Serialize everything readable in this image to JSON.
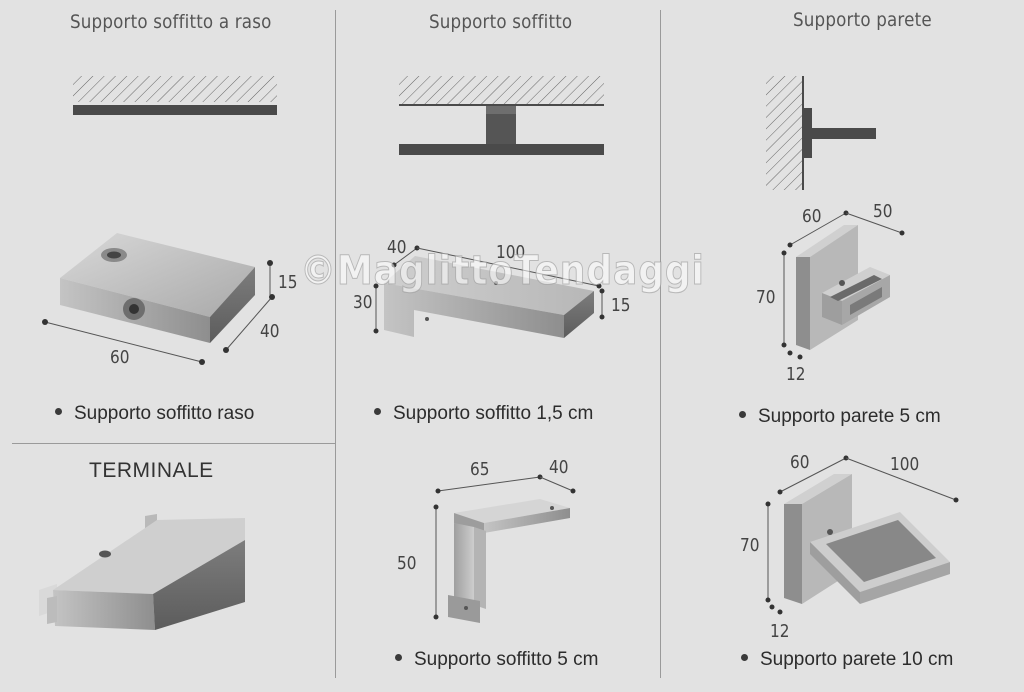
{
  "headers": {
    "col1": "Supporto soffitto a raso",
    "col2": "Supporto soffitto",
    "col3": "Supporto parete"
  },
  "captions": {
    "flush": "Supporto soffitto raso",
    "ceiling15": "Supporto soffitto 1,5 cm",
    "ceiling5": "Supporto soffitto 5 cm",
    "wall5": "Supporto parete 5 cm",
    "wall10": "Supporto parete 10 cm"
  },
  "terminal_title": "TERMINALE",
  "watermark": "©MaglittoTendaggi",
  "dimensions": {
    "flush": {
      "h": "15",
      "d": "40",
      "w": "60"
    },
    "ceiling15": {
      "a": "40",
      "b": "100",
      "c": "30",
      "d": "15"
    },
    "ceiling5": {
      "a": "65",
      "b": "40",
      "c": "50"
    },
    "wall5": {
      "a": "60",
      "b": "50",
      "c": "70",
      "d": "12"
    },
    "wall10": {
      "a": "60",
      "b": "100",
      "c": "70",
      "d": "12"
    }
  }
}
